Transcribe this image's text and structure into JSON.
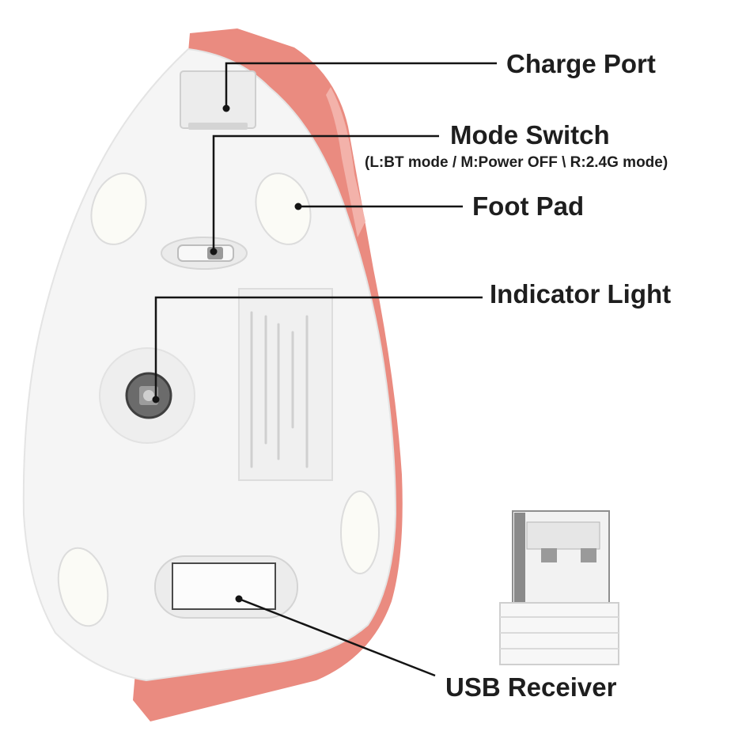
{
  "colors": {
    "shell": "#ea8b80",
    "shell_dark": "#d9766b",
    "base": "#f5f5f5",
    "base_shadow": "#dedede",
    "pad": "#fbfbf6",
    "leader": "#141414",
    "text": "#1e1e1e"
  },
  "labels": {
    "charge_port": "Charge Port",
    "mode_switch": "Mode Switch",
    "mode_switch_detail": "(L:BT mode / M:Power OFF \\ R:2.4G mode)",
    "foot_pad": "Foot Pad",
    "indicator_light": "Indicator Light",
    "usb_receiver": "USB Receiver"
  }
}
